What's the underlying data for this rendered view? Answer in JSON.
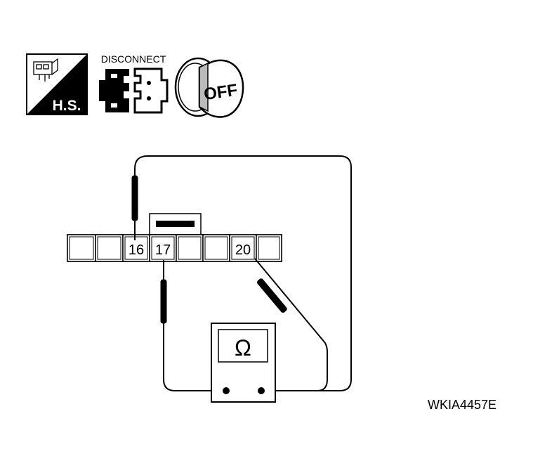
{
  "icons": {
    "hs_label": "H.S.",
    "disconnect_label": "DISCONNECT",
    "ignition_label": "OFF"
  },
  "connector": {
    "terminals": [
      "",
      "",
      "16",
      "17",
      "",
      "",
      "20",
      ""
    ]
  },
  "meter": {
    "symbol": "Ω"
  },
  "figure_id": "WKIA4457E"
}
